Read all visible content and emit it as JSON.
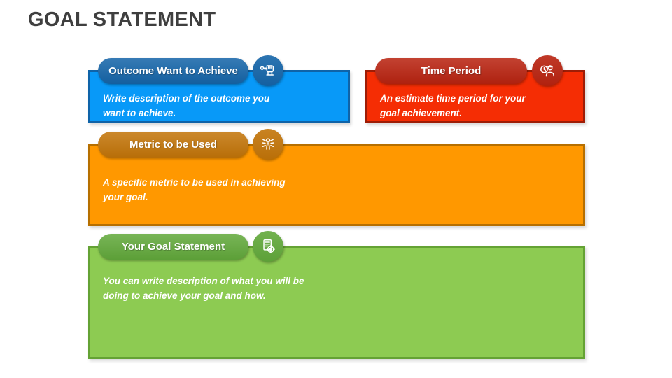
{
  "slide": {
    "title": "GOAL STATEMENT",
    "title_color": "#3f3f3f",
    "background": "#ffffff"
  },
  "blocks": [
    {
      "id": "outcome",
      "label": "Outcome Want to Achieve",
      "description": "Write description of the outcome you want to achieve.",
      "icon": "fist-key-icon",
      "colors": {
        "fill": "#0899F8",
        "border": "#0F63A8",
        "pill": "#1565A9",
        "badge": "#1565A9"
      }
    },
    {
      "id": "time-period",
      "label": "Time Period",
      "description": "An estimate time period for your goal achievement.",
      "icon": "person-clock-icon",
      "colors": {
        "fill": "#F52D04",
        "border": "#9E1D06",
        "pill": "#B92310",
        "badge": "#B92310"
      }
    },
    {
      "id": "metric",
      "label": "Metric to be Used",
      "description": "A specific metric to be used in achieving your goal.",
      "icon": "person-rays-icon",
      "colors": {
        "fill": "#FF9800",
        "border": "#B66F00",
        "pill": "#C37509",
        "badge": "#C37509"
      }
    },
    {
      "id": "goal-statement",
      "label": "Your Goal Statement",
      "description": "You can write description of what you will be doing to achieve your goal and how.",
      "icon": "document-target-icon",
      "colors": {
        "fill": "#8DCB52",
        "border": "#64A234",
        "pill": "#62A93B",
        "badge": "#62A93B"
      }
    }
  ]
}
